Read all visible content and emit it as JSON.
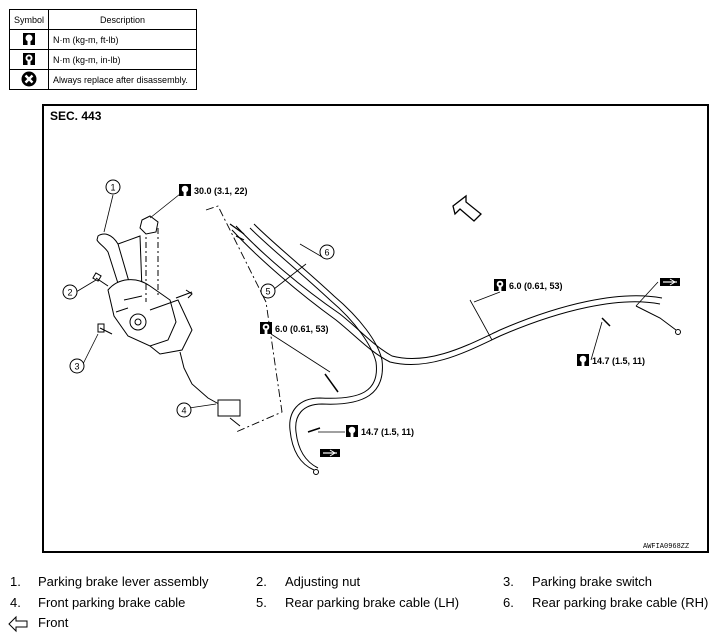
{
  "legend": {
    "header_symbol": "Symbol",
    "header_description": "Description",
    "rows": [
      {
        "icon": "torque-wrench-ft-lb-icon",
        "text": "N·m (kg-m, ft-lb)"
      },
      {
        "icon": "torque-wrench-in-lb-icon",
        "text": "N·m (kg-m, in-lb)"
      },
      {
        "icon": "replace-after-disassembly-icon",
        "text": "Always replace after disassembly."
      }
    ]
  },
  "diagram": {
    "section": "SEC. 443",
    "code": "AWFIA0968ZZ",
    "torque_top": "30.0 (3.1, 22)",
    "torque_center": "6.0 (0.61, 53)",
    "torque_right_upper": "6.0 (0.61, 53)",
    "torque_right_lower": "14.7 (1.5, 11)",
    "torque_bottom": "14.7 (1.5, 11)",
    "callouts": [
      "1",
      "2",
      "3",
      "4",
      "5",
      "6"
    ]
  },
  "captions": [
    {
      "num": "1.",
      "text": "Parking brake lever assembly"
    },
    {
      "num": "2.",
      "text": "Adjusting nut"
    },
    {
      "num": "3.",
      "text": "Parking brake switch"
    },
    {
      "num": "4.",
      "text": "Front parking brake cable"
    },
    {
      "num": "5.",
      "text": "Rear parking brake cable (LH)"
    },
    {
      "num": "6.",
      "text": "Rear parking brake cable (RH)"
    }
  ],
  "front": {
    "icon": "front-arrow-icon",
    "text": "Front"
  }
}
